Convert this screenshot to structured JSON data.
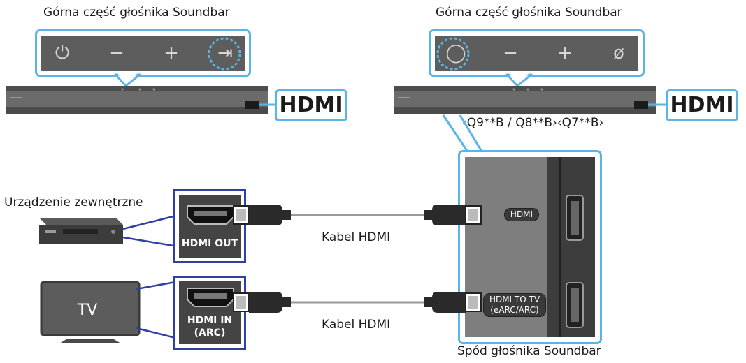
{
  "captions": {
    "top_left": "Górna część głośnika Soundbar",
    "top_right": "Górna część głośnika Soundbar",
    "model": "‹Q9**B / Q8**B›‹Q7**B›",
    "external_device": "Urządzenie zewnętrzne",
    "bottom_soundbar": "Spód głośnika Soundbar",
    "cable_1": "Kabel HDMI",
    "cable_2": "Kabel HDMI"
  },
  "soundbar_buttons_left": [
    "⏻",
    "−",
    "+",
    "⇥"
  ],
  "soundbar_buttons_right": [
    "◯",
    "−",
    "+",
    "ø"
  ],
  "hdmi_callout_left": "HDMI",
  "hdmi_callout_right": "HDMI",
  "ports": {
    "hdmi_out": "HDMI OUT",
    "hdmi_in_line1": "HDMI IN",
    "hdmi_in_line2": "(ARC)"
  },
  "tv_label": "TV",
  "soundbar_ports": {
    "hdmi": "HDMI",
    "hdmi_to_tv_line1": "HDMI TO TV",
    "hdmi_to_tv_line2": "(eARC/ARC)"
  },
  "colors": {
    "callout_blue": "#58b5e5",
    "port_frame_blue": "#2f3fa3",
    "device_gray": "#5d5d5d"
  }
}
